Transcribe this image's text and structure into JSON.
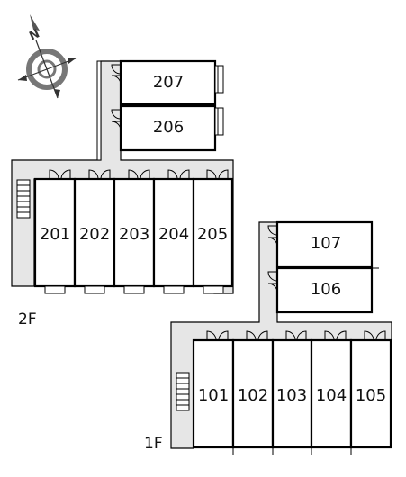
{
  "colors": {
    "corridor": "#e6e6e6",
    "wall": "#000000",
    "background": "#ffffff",
    "compass": "#777777"
  },
  "compass": {
    "label": "N",
    "icon": "compass-rose-icon"
  },
  "floors": [
    {
      "label": "2F",
      "units": [
        "201",
        "202",
        "203",
        "204",
        "205",
        "206",
        "207"
      ],
      "stair_icon": "staircase-icon"
    },
    {
      "label": "1F",
      "units": [
        "101",
        "102",
        "103",
        "104",
        "105",
        "106",
        "107"
      ],
      "stair_icon": "staircase-icon"
    }
  ]
}
